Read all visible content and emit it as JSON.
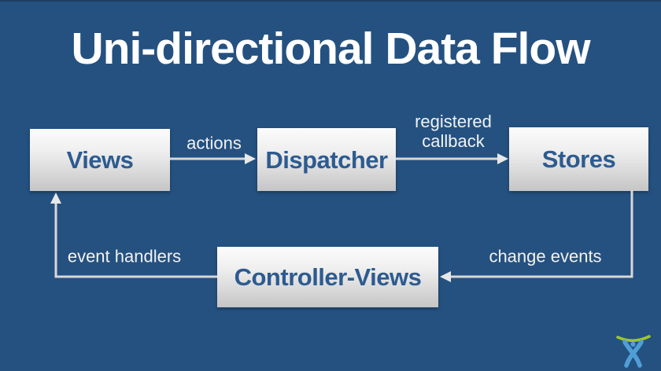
{
  "slide": {
    "title": "Uni-directional Data Flow"
  },
  "diagram": {
    "nodes": [
      {
        "id": "views",
        "label": "Views"
      },
      {
        "id": "dispatcher",
        "label": "Dispatcher"
      },
      {
        "id": "stores",
        "label": "Stores"
      },
      {
        "id": "controller-views",
        "label": "Controller-Views"
      }
    ],
    "edges": [
      {
        "from": "views",
        "to": "dispatcher",
        "label": "actions"
      },
      {
        "from": "dispatcher",
        "to": "stores",
        "label": "registered callback"
      },
      {
        "from": "stores",
        "to": "controller-views",
        "label": "change events"
      },
      {
        "from": "controller-views",
        "to": "views",
        "label": "event handlers"
      }
    ]
  },
  "colors": {
    "background": "#245180",
    "node_text": "#2d5b90",
    "node_fill_top": "#fbfbfb",
    "node_fill_bottom": "#c5c5c5",
    "arrow": "#d8d8d8",
    "label_text": "#f2f2f2",
    "title_text": "#ffffff",
    "logo_green": "#9dc62e",
    "logo_blue": "#4f9fd6"
  },
  "footer": {
    "logo": "atlassian-logo"
  }
}
